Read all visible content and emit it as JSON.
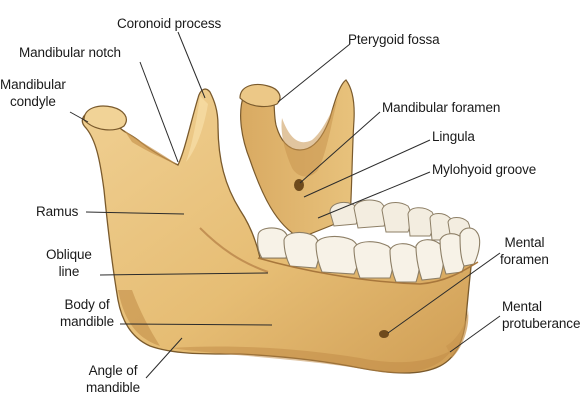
{
  "labels": {
    "coronoid_process": "Coronoid process",
    "mandibular_notch": "Mandibular notch",
    "mandibular_condyle": [
      "Mandibular",
      "condyle"
    ],
    "pterygoid_fossa": "Pterygoid fossa",
    "mandibular_foramen": "Mandibular foramen",
    "lingula": "Lingula",
    "mylohyoid_groove": "Mylohyoid groove",
    "ramus": "Ramus",
    "oblique_line": [
      "Oblique",
      "line"
    ],
    "body_of_mandible": [
      "Body of",
      "mandible"
    ],
    "angle_of_mandible": [
      "Angle of",
      "mandible"
    ],
    "mental_foramen": [
      "Mental",
      "foramen"
    ],
    "mental_protuberance": [
      "Mental",
      "protuberance"
    ]
  },
  "colors": {
    "bone": "#e9c47f",
    "bone_shadow": "#c9974f",
    "bone_outline": "#7a5a2c",
    "tooth": "#f6f1e6",
    "tooth_shadow": "#cfc6b3",
    "leader": "#2b2b2b",
    "text": "#1a1a1a"
  }
}
